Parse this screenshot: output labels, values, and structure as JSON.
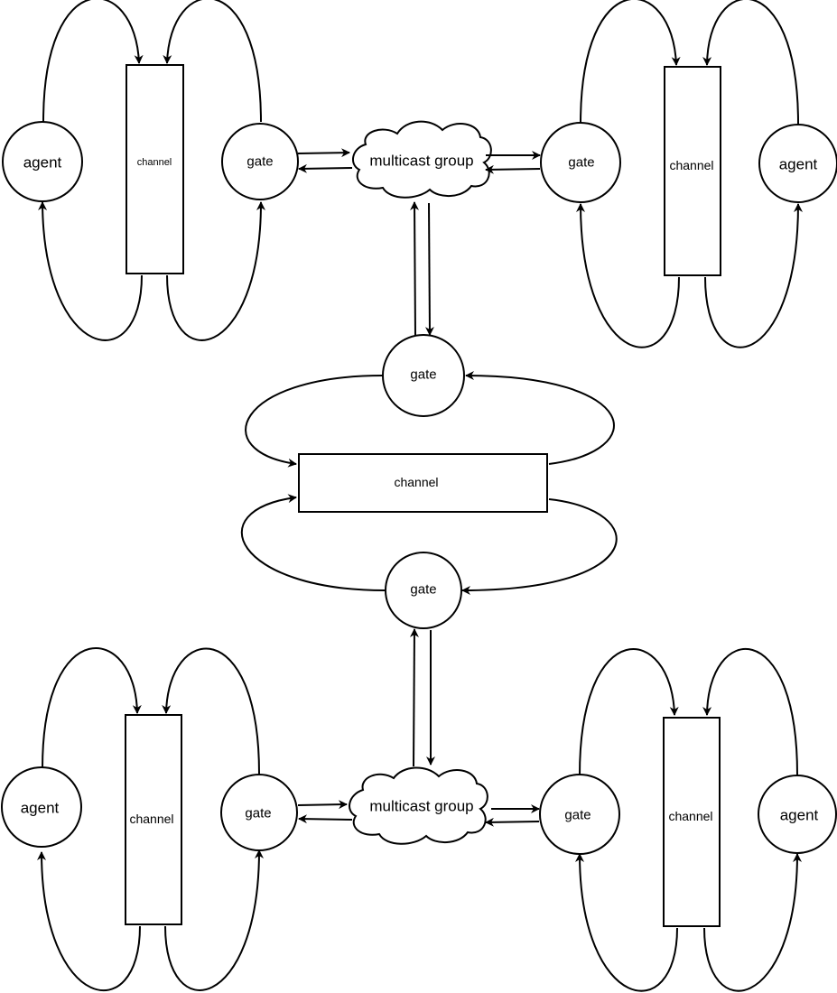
{
  "labels": {
    "agent": "agent",
    "gate": "gate",
    "channel": "channel",
    "multicast_group": "multicast group"
  },
  "colors": {
    "stroke": "#000000",
    "fill": "#ffffff"
  }
}
